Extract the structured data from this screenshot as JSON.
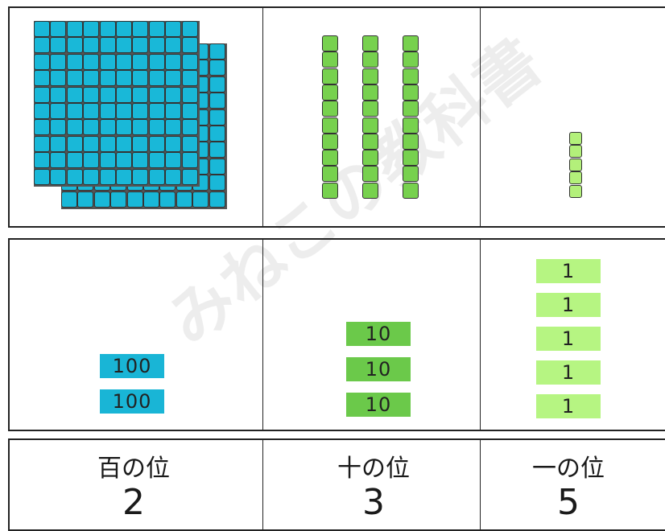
{
  "place_values": [
    {
      "label": "百の位",
      "digit": "2",
      "card_text": "100",
      "card_count": 2,
      "block": "hundred-flat",
      "block_count": 2
    },
    {
      "label": "十の位",
      "digit": "3",
      "card_text": "10",
      "card_count": 3,
      "block": "ten-rod",
      "block_count": 3
    },
    {
      "label": "一の位",
      "digit": "5",
      "card_text": "1",
      "card_count": 5,
      "block": "unit-cube",
      "block_count": 5
    }
  ],
  "watermark": {
    "text": "みねこの教科書"
  },
  "colors": {
    "hundred": "#19b8d8",
    "ten": "#77d14e",
    "one": "#b3f07a"
  }
}
